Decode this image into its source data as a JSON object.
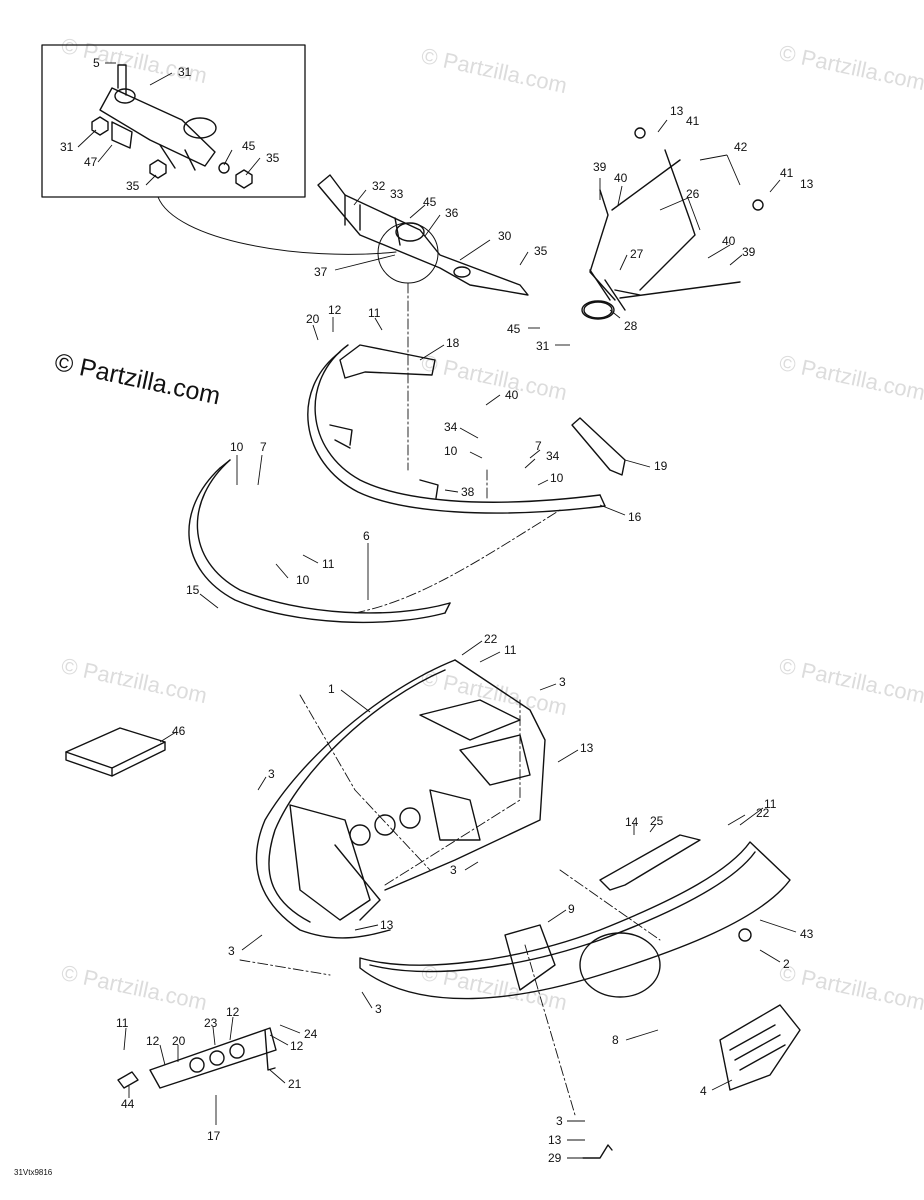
{
  "brand_notice": "© Partzilla.com",
  "watermark_text": "© Partzilla.com",
  "drawing_code": "31Vtx9816",
  "callouts": [
    {
      "id": "c5",
      "text": "5"
    },
    {
      "id": "c31a",
      "text": "31"
    },
    {
      "id": "c31b",
      "text": "31"
    },
    {
      "id": "c47",
      "text": "47"
    },
    {
      "id": "c45a",
      "text": "45"
    },
    {
      "id": "c35a",
      "text": "35"
    },
    {
      "id": "c35b",
      "text": "35"
    },
    {
      "id": "c32",
      "text": "32"
    },
    {
      "id": "c33",
      "text": "33"
    },
    {
      "id": "c45b",
      "text": "45"
    },
    {
      "id": "c36",
      "text": "36"
    },
    {
      "id": "c30",
      "text": "30"
    },
    {
      "id": "c37",
      "text": "37"
    },
    {
      "id": "c35c",
      "text": "35"
    },
    {
      "id": "c45c",
      "text": "45"
    },
    {
      "id": "c31c",
      "text": "31"
    },
    {
      "id": "c13a",
      "text": "13"
    },
    {
      "id": "c41a",
      "text": "41"
    },
    {
      "id": "c42",
      "text": "42"
    },
    {
      "id": "c39a",
      "text": "39"
    },
    {
      "id": "c40a",
      "text": "40"
    },
    {
      "id": "c26",
      "text": "26"
    },
    {
      "id": "c41b",
      "text": "41"
    },
    {
      "id": "c13b",
      "text": "13"
    },
    {
      "id": "c27",
      "text": "27"
    },
    {
      "id": "c40b",
      "text": "40"
    },
    {
      "id": "c39b",
      "text": "39"
    },
    {
      "id": "c28",
      "text": "28"
    },
    {
      "id": "c20a",
      "text": "20"
    },
    {
      "id": "c12a",
      "text": "12"
    },
    {
      "id": "c11a",
      "text": "11"
    },
    {
      "id": "c18",
      "text": "18"
    },
    {
      "id": "c40c",
      "text": "40"
    },
    {
      "id": "c34a",
      "text": "34"
    },
    {
      "id": "c10a",
      "text": "10"
    },
    {
      "id": "c7a",
      "text": "7"
    },
    {
      "id": "c34b",
      "text": "34"
    },
    {
      "id": "c10b",
      "text": "10"
    },
    {
      "id": "c19",
      "text": "19"
    },
    {
      "id": "c38",
      "text": "38"
    },
    {
      "id": "c16",
      "text": "16"
    },
    {
      "id": "c10c",
      "text": "10"
    },
    {
      "id": "c7b",
      "text": "7"
    },
    {
      "id": "c6",
      "text": "6"
    },
    {
      "id": "c11b",
      "text": "11"
    },
    {
      "id": "c10d",
      "text": "10"
    },
    {
      "id": "c15",
      "text": "15"
    },
    {
      "id": "c22a",
      "text": "22"
    },
    {
      "id": "c11c",
      "text": "11"
    },
    {
      "id": "c1",
      "text": "1"
    },
    {
      "id": "c3a",
      "text": "3"
    },
    {
      "id": "c46",
      "text": "46"
    },
    {
      "id": "c13c",
      "text": "13"
    },
    {
      "id": "c3b",
      "text": "3"
    },
    {
      "id": "c11d",
      "text": "11"
    },
    {
      "id": "c22b",
      "text": "22"
    },
    {
      "id": "c14",
      "text": "14"
    },
    {
      "id": "c25",
      "text": "25"
    },
    {
      "id": "c3c",
      "text": "3"
    },
    {
      "id": "c43",
      "text": "43"
    },
    {
      "id": "c9",
      "text": "9"
    },
    {
      "id": "c13d",
      "text": "13"
    },
    {
      "id": "c3d",
      "text": "3"
    },
    {
      "id": "c2",
      "text": "2"
    },
    {
      "id": "c3e",
      "text": "3"
    },
    {
      "id": "c8",
      "text": "8"
    },
    {
      "id": "c11e",
      "text": "11"
    },
    {
      "id": "c12b",
      "text": "12"
    },
    {
      "id": "c23",
      "text": "23"
    },
    {
      "id": "c24",
      "text": "24"
    },
    {
      "id": "c12c",
      "text": "12"
    },
    {
      "id": "c20b",
      "text": "20"
    },
    {
      "id": "c12d",
      "text": "12"
    },
    {
      "id": "c21",
      "text": "21"
    },
    {
      "id": "c44",
      "text": "44"
    },
    {
      "id": "c17",
      "text": "17"
    },
    {
      "id": "c4",
      "text": "4"
    },
    {
      "id": "c3f",
      "text": "3"
    },
    {
      "id": "c13e",
      "text": "13"
    },
    {
      "id": "c29",
      "text": "29"
    }
  ]
}
